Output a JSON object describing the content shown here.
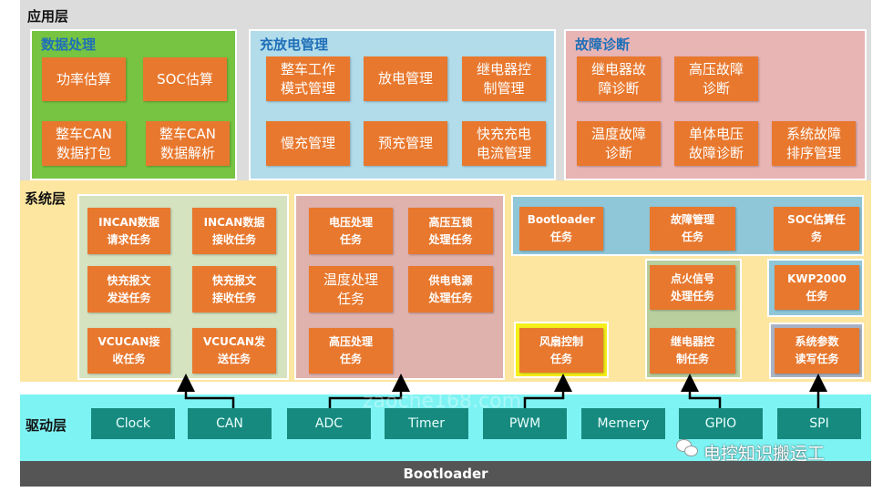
{
  "app_layer": {
    "title": "应用层",
    "data_processing": {
      "title": "数据处理",
      "items": [
        "功率估算",
        "SOC估算",
        "整车CAN\n数据打包",
        "整车CAN\n数据解析"
      ]
    },
    "charge_discharge": {
      "title": "充放电管理",
      "items": [
        "整车工作\n模式管理",
        "放电管理",
        "继电器控\n制管理",
        "慢充管理",
        "预充管理",
        "快充充电\n电流管理"
      ]
    },
    "fault_diagnosis": {
      "title": "故障诊断",
      "items": [
        "继电器故\n障诊断",
        "高压故障\n诊断",
        "温度故障\n诊断",
        "单体电压\n故障诊断",
        "系统故障\n排序管理"
      ]
    }
  },
  "system_layer": {
    "title": "系统层",
    "can_tasks": [
      "INCAN数据\n请求任务",
      "INCAN数据\n接收任务",
      "快充报文\n发送任务",
      "快充报文\n接收任务",
      "VCUCAN接\n收任务",
      "VCUCAN发\n送任务"
    ],
    "adc_tasks": [
      "电压处理\n任务",
      "高压互锁\n处理任务",
      "温度处理\n任务",
      "供电电源\n处理任务",
      "高压处理\n任务"
    ],
    "top_tasks": [
      "Bootloader\n任务",
      "故障管理\n任务",
      "SOC估算任\n务"
    ],
    "fan_task": "风扇控制\n任务",
    "gpio_tasks": [
      "点火信号\n处理任务",
      "继电器控\n制任务"
    ],
    "kwp_task": "KWP2000\n任务",
    "param_task": "系统参数\n读写任务"
  },
  "driver_layer": {
    "title": "驱动层",
    "items": [
      "Clock",
      "CAN",
      "ADC",
      "Timer",
      "PWM",
      "Memery",
      "GPIO",
      "SPI"
    ]
  },
  "bootloader_bar": "Bootloader",
  "watermark": "zaoche168.com",
  "wechat_label": "电控知识搬运工",
  "colors": {
    "orange": "#e8782e",
    "teal": "#178a80",
    "app_bg": "#dcdcdc",
    "system_bg": "#fde6a0",
    "driver_bg": "#7ef3f3",
    "boot_bg": "#555555"
  }
}
